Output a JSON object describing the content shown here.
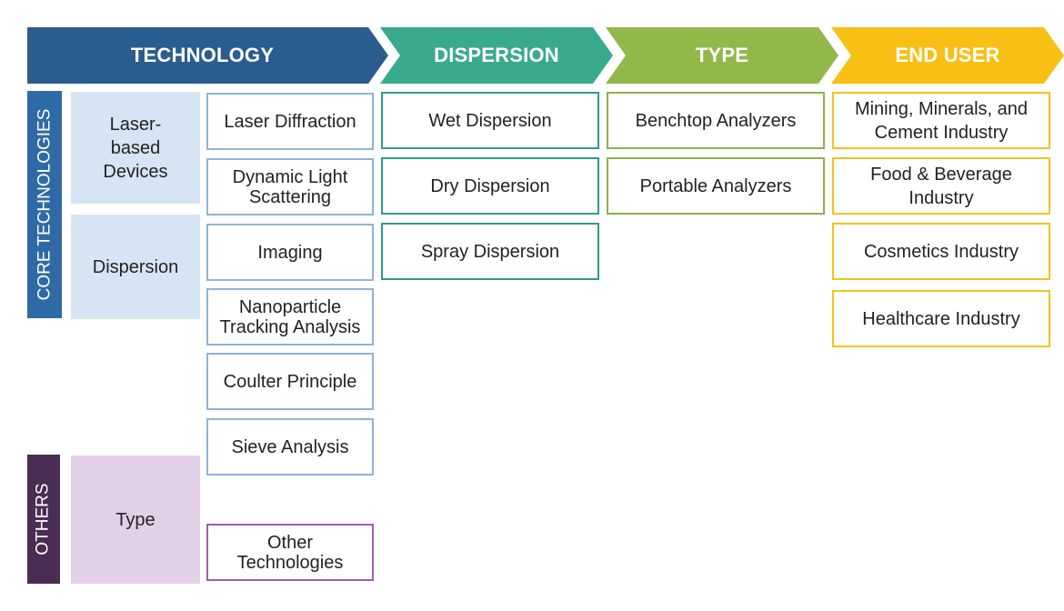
{
  "colors": {
    "technology": "#2b5c8f",
    "dispersion": "#3aaa8f",
    "type": "#92b84a",
    "end_user": "#f8bf14",
    "core_bar": "#2e6aa5",
    "others_bar": "#4a2d52",
    "core_fill": "#d6e5f3",
    "others_fill": "#e2d0e8"
  },
  "headers": {
    "technology": "TECHNOLOGY",
    "dispersion": "DISPERSION",
    "type": "TYPE",
    "end_user": "END USER"
  },
  "side_labels": {
    "core": "CORE TECHNOLOGIES",
    "others": "OTHERS"
  },
  "categories": {
    "laser": "Laser-\nbased\nDevices",
    "dispersion": "Dispersion",
    "type": "Type"
  },
  "technology_items": [
    "Laser Diffraction",
    "Dynamic Light\nScattering",
    "Imaging",
    "Nanoparticle\nTracking Analysis",
    "Coulter Principle",
    "Sieve Analysis",
    "Other\nTechnologies"
  ],
  "dispersion_items": [
    "Wet Dispersion",
    "Dry Dispersion",
    "Spray Dispersion"
  ],
  "type_items": [
    "Benchtop Analyzers",
    "Portable Analyzers"
  ],
  "end_user_items": [
    "Mining, Minerals, and\nCement Industry",
    "Food & Beverage\nIndustry",
    "Cosmetics Industry",
    "Healthcare Industry"
  ]
}
